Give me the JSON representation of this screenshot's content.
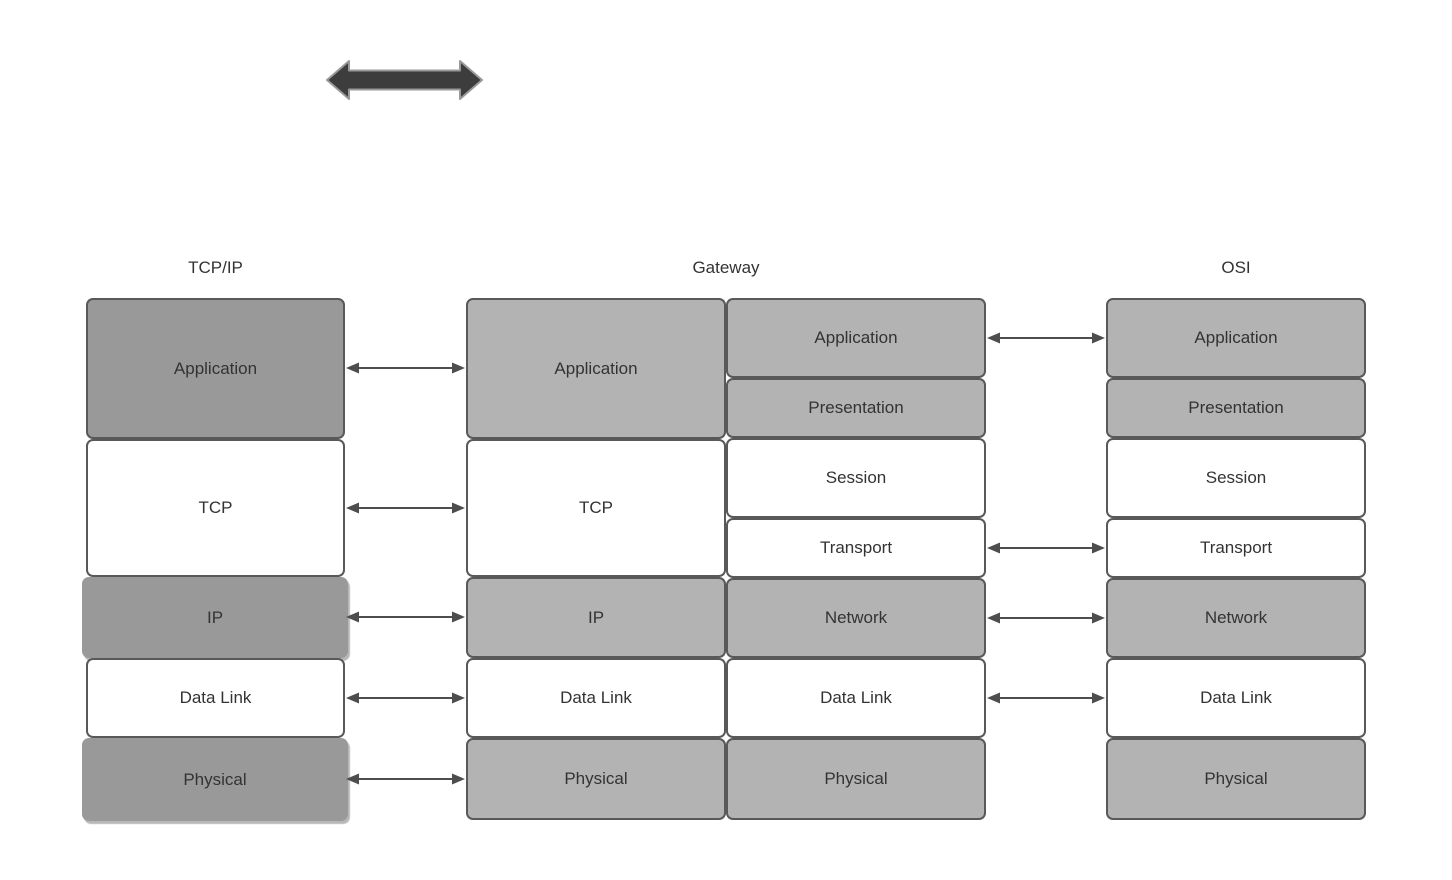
{
  "diagram": {
    "decoration": {
      "type": "horizontal-double-arrow"
    },
    "stacks": {
      "tcpip": {
        "title": "TCP/IP",
        "layers": [
          {
            "label": "Application",
            "fill": "dark-gray"
          },
          {
            "label": "TCP",
            "fill": "white"
          },
          {
            "label": "IP",
            "fill": "dark-gray"
          },
          {
            "label": "Data Link",
            "fill": "white"
          },
          {
            "label": "Physical",
            "fill": "dark-gray"
          }
        ]
      },
      "gateway": {
        "title": "Gateway",
        "left_column": [
          {
            "label": "Application",
            "fill": "light-gray"
          },
          {
            "label": "TCP",
            "fill": "white"
          },
          {
            "label": "IP",
            "fill": "light-gray"
          },
          {
            "label": "Data Link",
            "fill": "white"
          },
          {
            "label": "Physical",
            "fill": "light-gray"
          }
        ],
        "right_column": [
          {
            "label": "Application",
            "fill": "light-gray"
          },
          {
            "label": "Presentation",
            "fill": "light-gray"
          },
          {
            "label": "Session",
            "fill": "white"
          },
          {
            "label": "Transport",
            "fill": "white"
          },
          {
            "label": "Network",
            "fill": "light-gray"
          },
          {
            "label": "Data Link",
            "fill": "white"
          },
          {
            "label": "Physical",
            "fill": "light-gray"
          }
        ]
      },
      "osi": {
        "title": "OSI",
        "layers": [
          {
            "label": "Application",
            "fill": "light-gray"
          },
          {
            "label": "Presentation",
            "fill": "light-gray"
          },
          {
            "label": "Session",
            "fill": "white"
          },
          {
            "label": "Transport",
            "fill": "white"
          },
          {
            "label": "Network",
            "fill": "light-gray"
          },
          {
            "label": "Data Link",
            "fill": "white"
          },
          {
            "label": "Physical",
            "fill": "light-gray"
          }
        ]
      }
    },
    "connections": {
      "tcpip_to_gateway": [
        "Application",
        "TCP",
        "IP",
        "Data Link",
        "Physical"
      ],
      "gateway_to_osi": [
        "Application",
        "Transport",
        "Network",
        "Data Link"
      ]
    },
    "colors": {
      "background": "#ffffff",
      "dark_gray_fill": "#999999",
      "light_gray_fill": "#b3b3b3",
      "white_fill": "#ffffff",
      "border": "#595959",
      "arrow": "#4d4d4d",
      "fat_arrow_fill": "#3d3d3d",
      "fat_arrow_outline": "#999999",
      "text": "#333333"
    }
  }
}
